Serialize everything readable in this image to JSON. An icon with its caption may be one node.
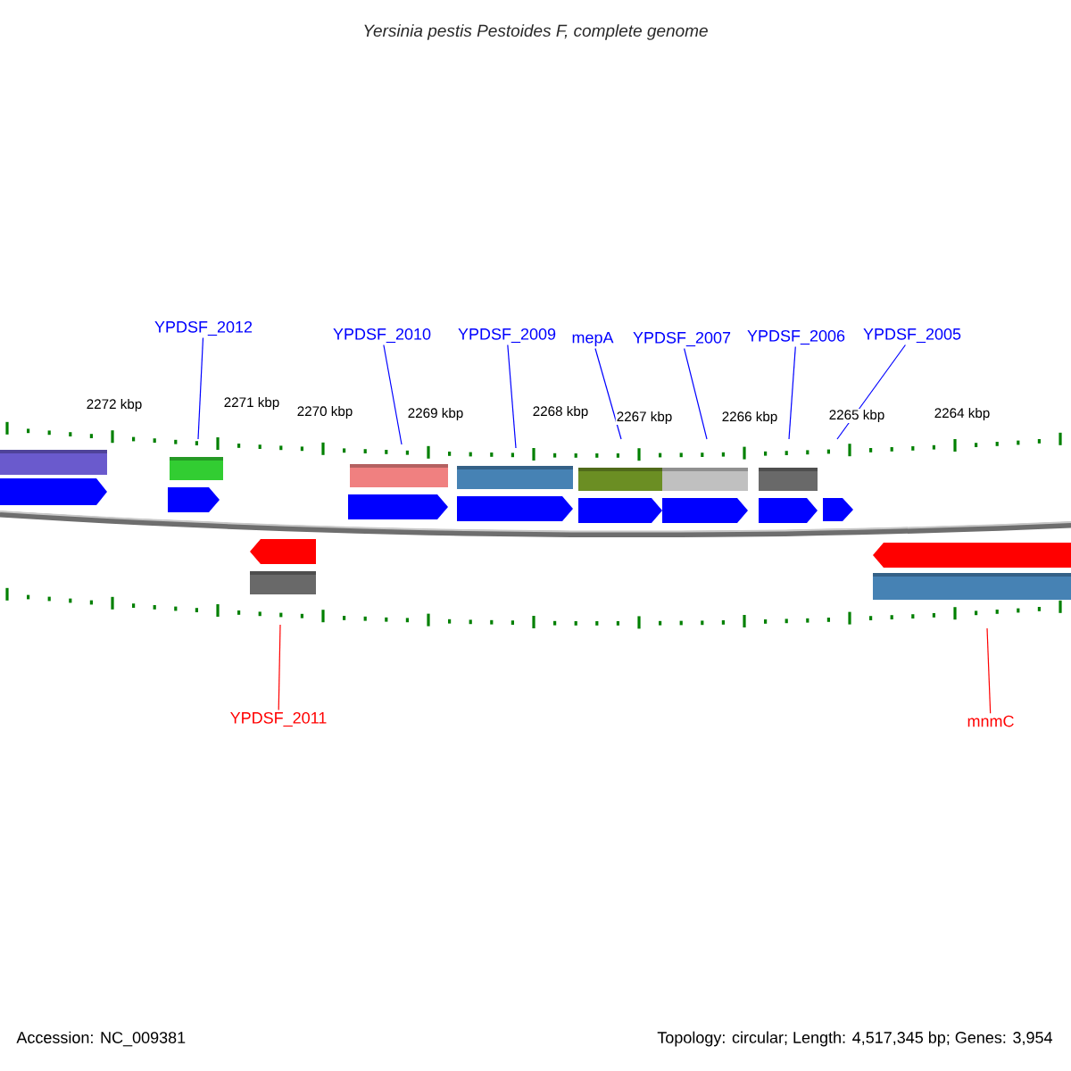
{
  "diagram": {
    "title": "Yersinia pestis Pestoides F, complete genome",
    "nodes": [
      {
        "text": [
          "YPDSF_2012"
        ]
      },
      {
        "text": [
          "YPDSF_2010"
        ]
      },
      {
        "text": [
          "YPDSF_2009"
        ]
      },
      {
        "text": [
          "mepA"
        ]
      },
      {
        "text": [
          "YPDSF_2007"
        ]
      },
      {
        "text": [
          "YPDSF_2006"
        ]
      },
      {
        "text": [
          "YPDSF_2005"
        ]
      },
      {
        "text": [
          "YPDSF_2011"
        ]
      },
      {
        "text": [
          "mnmC"
        ]
      }
    ],
    "edges": [
      {
        "from": 0,
        "to": null,
        "arrow": "none"
      },
      {
        "from": 1,
        "to": null,
        "arrow": "none"
      },
      {
        "from": 2,
        "to": null,
        "arrow": "none"
      },
      {
        "from": 3,
        "to": null,
        "arrow": "none"
      },
      {
        "from": 4,
        "to": null,
        "arrow": "none"
      },
      {
        "from": 5,
        "to": null,
        "arrow": "none"
      },
      {
        "from": 6,
        "to": null,
        "arrow": "none"
      },
      {
        "from": 7,
        "to": null,
        "arrow": "none",
        "color": "#ff0000"
      },
      {
        "from": 8,
        "to": null,
        "arrow": "none",
        "color": "#ff0000"
      }
    ],
    "labels": [
      "2272 kbp",
      "2271 kbp",
      "2270 kbp",
      "2269 kbp",
      "2268 kbp",
      "2267 kbp",
      "2266 kbp",
      "2265 kbp",
      "2264 kbp",
      "Accession: NC_009381",
      "Topology: circular; Length: 4,517,345 bp; Genes: 3,954"
    ]
  }
}
